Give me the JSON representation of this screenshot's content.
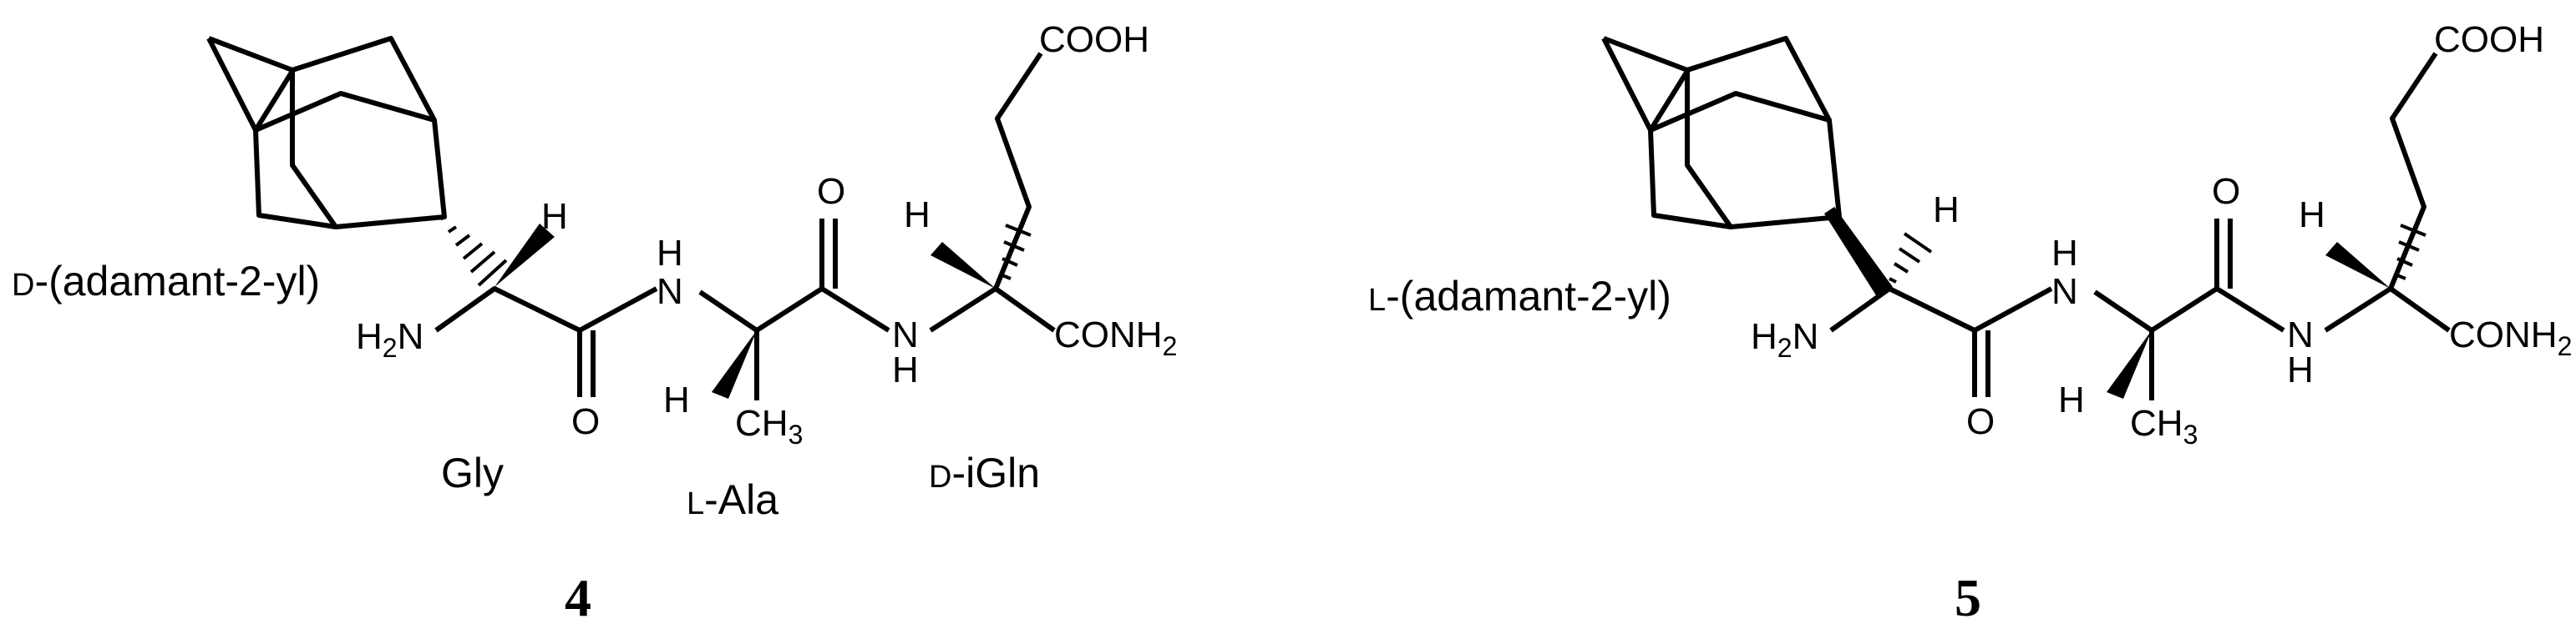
{
  "compounds": [
    {
      "number": "4",
      "label_prefix": "D",
      "label_rest": "-(adamant-2-yl)",
      "residues": [
        {
          "prefix": "",
          "rest": "Gly"
        },
        {
          "prefix": "L",
          "rest": "-Ala"
        },
        {
          "prefix": "D",
          "rest": "-iGln"
        }
      ],
      "atoms": {
        "cooh": "COOH",
        "amide_n_1": "N",
        "amide_n_1_h": "H",
        "amide_n_2": "N",
        "amide_n_2_h": "H",
        "amine_h": "H",
        "amine_n": "N",
        "amine_h2": "2",
        "o_1": "O",
        "o_2": "O",
        "h_gly": "H",
        "h_ala": "H",
        "h_gln": "H",
        "ch": "CH",
        "ch_sub": "3",
        "conh": "CONH",
        "conh_sub": "2"
      }
    },
    {
      "number": "5",
      "label_prefix": "L",
      "label_rest": "-(adamant-2-yl)",
      "residues": [],
      "atoms": {
        "cooh": "COOH",
        "amide_n_1": "N",
        "amide_n_1_h": "H",
        "amide_n_2": "N",
        "amide_n_2_h": "H",
        "amine_h": "H",
        "amine_n": "N",
        "amine_h2": "2",
        "o_1": "O",
        "o_2": "O",
        "h_gly": "H",
        "h_ala": "H",
        "h_gln": "H",
        "ch": "CH",
        "ch_sub": "3",
        "conh": "CONH",
        "conh_sub": "2"
      }
    }
  ]
}
